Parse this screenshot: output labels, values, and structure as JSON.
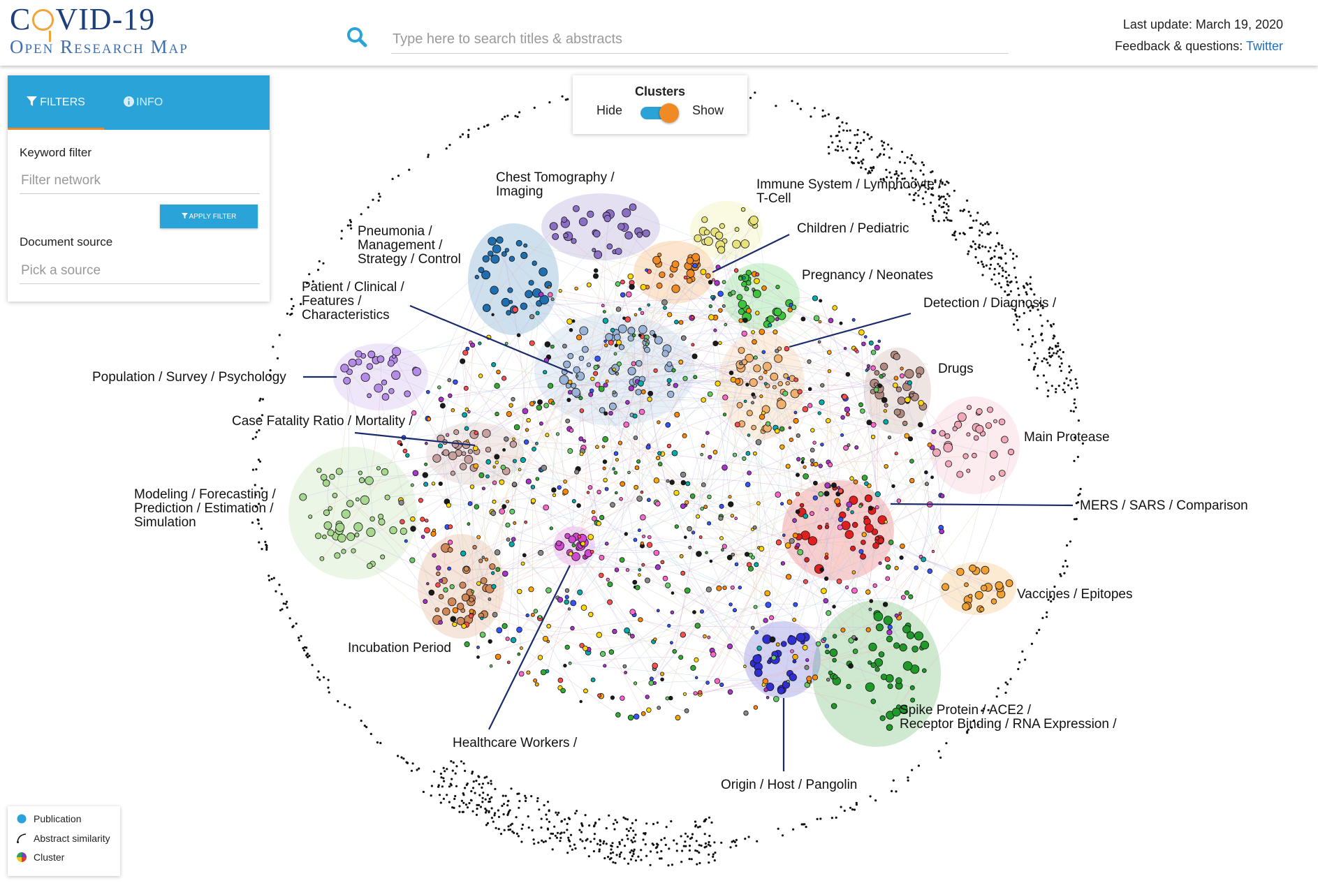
{
  "header": {
    "logo_line1_pre": "C",
    "logo_line1_post": "VID-19",
    "logo_line2": "Open Research Map",
    "search_placeholder": "Type here to search titles & abstracts",
    "last_update": "Last update: March 19, 2020",
    "feedback_label": "Feedback & questions:",
    "feedback_link": "Twitter"
  },
  "filters_panel": {
    "tabs": [
      {
        "label": "FILTERS",
        "icon": "filter-icon",
        "active": true
      },
      {
        "label": "INFO",
        "icon": "info-icon",
        "active": false
      }
    ],
    "keyword_label": "Keyword filter",
    "keyword_placeholder": "Filter network",
    "apply_button": "APPLY FILTER",
    "source_label": "Document source",
    "source_placeholder": "Pick a source"
  },
  "cluster_toggle": {
    "title": "Clusters",
    "off_label": "Hide",
    "on_label": "Show",
    "state": "on"
  },
  "clusters": [
    {
      "name": "Chest Tomography / Imaging",
      "color": "#8a6fc4"
    },
    {
      "name": "Immune System / Lymphocyte / T-Cell",
      "color": "#e8e27a"
    },
    {
      "name": "Children / Pediatric",
      "color": "#f08a24"
    },
    {
      "name": "Pregnancy / Neonates",
      "color": "#3cc43c"
    },
    {
      "name": "Pneumonia / Management / Strategy / Control",
      "color": "#1f6fb0"
    },
    {
      "name": "Patient / Clinical / Features / Characteristics",
      "color": "#9ab4d8"
    },
    {
      "name": "Detection / Diagnosis",
      "color": "#f0b070"
    },
    {
      "name": "Population / Survey / Psychology",
      "color": "#b48ce8"
    },
    {
      "name": "Drugs",
      "color": "#b08a80"
    },
    {
      "name": "Case Fatality Ratio / Mortality",
      "color": "#c8a0a0"
    },
    {
      "name": "Main Protease",
      "color": "#f0a8b8"
    },
    {
      "name": "Modeling / Forecasting / Prediction / Estimation / Simulation",
      "color": "#a8d890"
    },
    {
      "name": "MERS / SARS / Comparison",
      "color": "#e02020"
    },
    {
      "name": "Vaccines / Epitopes",
      "color": "#f0a030"
    },
    {
      "name": "Incubation Period",
      "color": "#d08858"
    },
    {
      "name": "Healthcare Workers",
      "color": "#d048d0"
    },
    {
      "name": "Spike Protein / ACE2 / Receptor Binding / RNA Expression",
      "color": "#1f9a2a"
    },
    {
      "name": "Origin / Host / Pangolin",
      "color": "#3030d0"
    }
  ],
  "legend": {
    "items": [
      {
        "label": "Publication",
        "icon": "publication-dot-icon"
      },
      {
        "label": "Abstract similarity",
        "icon": "edge-curve-icon"
      },
      {
        "label": "Cluster",
        "icon": "cluster-color-wheel-icon"
      }
    ]
  }
}
